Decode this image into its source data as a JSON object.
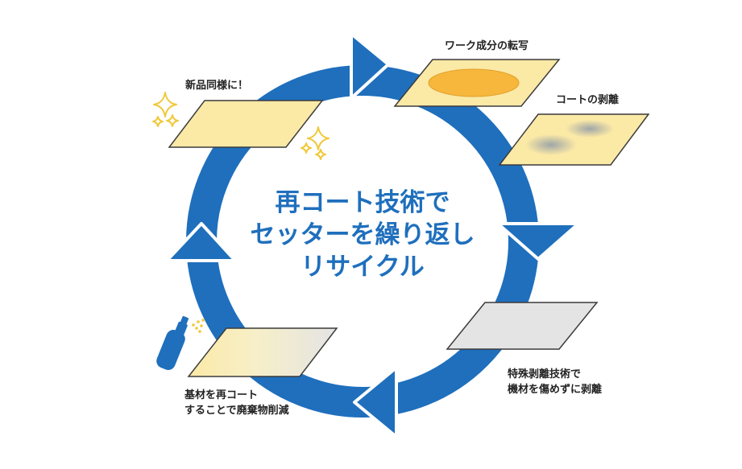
{
  "center_title": {
    "line1": "再コート技術で",
    "line2": "セッターを繰り返し",
    "line3": "リサイクル"
  },
  "steps": {
    "transfer": "ワーク成分の転写",
    "peel": "コートの剥離",
    "strip_line1": "特殊剥離技術で",
    "strip_line2": "機材を傷めずに剥離",
    "recoat_line1": "基材を再コート",
    "recoat_line2": "することで廃棄物削減",
    "new": "新品同様に！"
  },
  "colors": {
    "ring": "#1f6fbd",
    "panel_yellow": "#fbe9a6",
    "panel_gray": "#e4e4e4",
    "spot_orange": "#f6b73c",
    "sparkle": "#f0c83a",
    "spray_can": "#1f6fbd"
  },
  "icons": [
    "sparkle-icon",
    "spray-can-icon"
  ]
}
